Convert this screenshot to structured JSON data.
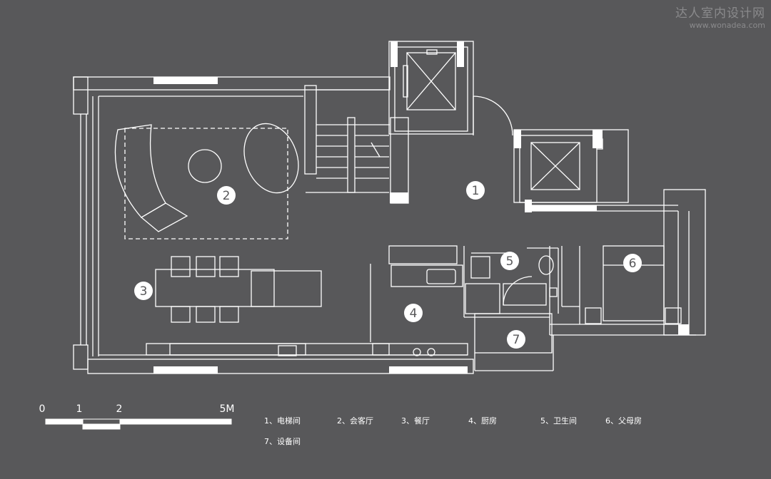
{
  "watermark": {
    "title": "达人室内设计网",
    "url": "www.wonadea.com"
  },
  "rooms": [
    {
      "number": "1",
      "name": "电梯间"
    },
    {
      "number": "2",
      "name": "会客厅"
    },
    {
      "number": "3",
      "name": "餐厅"
    },
    {
      "number": "4",
      "name": "厨房"
    },
    {
      "number": "5",
      "name": "卫生间"
    },
    {
      "number": "6",
      "name": "父母房"
    },
    {
      "number": "7",
      "name": "设备间"
    }
  ],
  "legend": {
    "items": [
      "1、电梯间",
      "2、会客厅",
      "3、餐厅",
      "4、厨房",
      "5、卫生间",
      "6、父母房",
      "7、设备间"
    ]
  },
  "scale_bar": {
    "labels": [
      "0",
      "1",
      "2",
      "5M"
    ]
  },
  "colors": {
    "background": "#58585a",
    "lines": "#ffffff",
    "watermark": "#8a8a8c"
  }
}
